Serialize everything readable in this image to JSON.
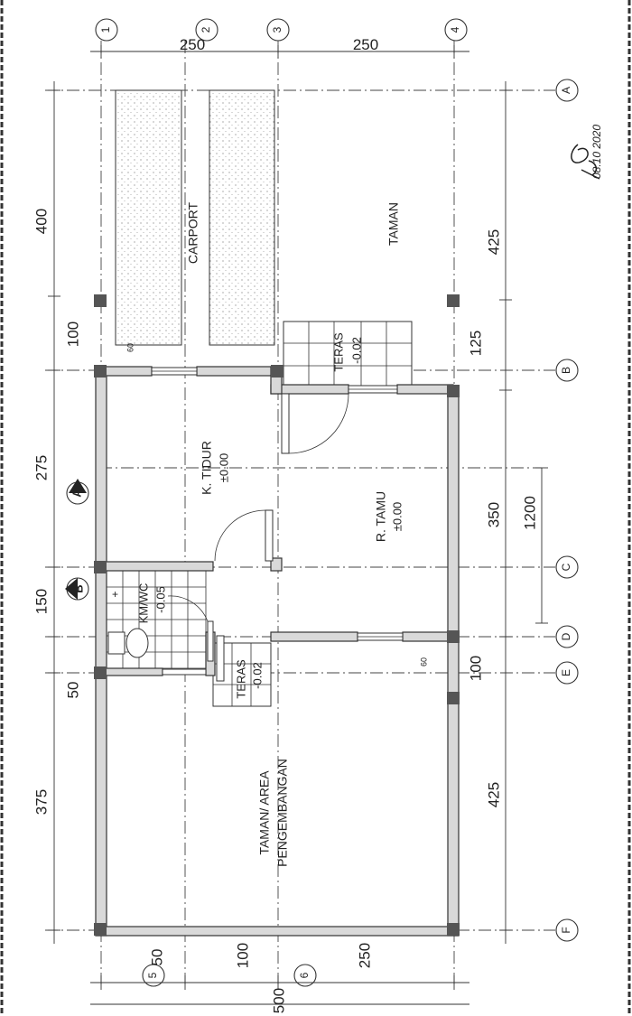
{
  "grid_bubbles": {
    "g1": "1",
    "g2": "2",
    "g3": "3",
    "g4": "4",
    "gA": "A",
    "gB": "B",
    "gC": "C",
    "gD": "D",
    "gE": "E",
    "gF": "F",
    "b5": "5",
    "b6": "6"
  },
  "dimensions": {
    "top_left": "250",
    "top_right": "250",
    "d400": "400",
    "d100a": "100",
    "d275": "275",
    "d150": "150",
    "d50": "50",
    "d375": "375",
    "d425a": "425",
    "d125": "125",
    "d350": "350",
    "d1200": "1200",
    "d100b": "100",
    "d425b": "425",
    "b50": "50",
    "b100": "100",
    "b250": "250",
    "b500": "500",
    "d60a": "60",
    "d60b": "60"
  },
  "rooms": {
    "carport": "CARPORT",
    "taman": "TAMAN",
    "teras1_name": "TERAS",
    "teras1_level": "-0.02",
    "ktidur_name": "K. TIDUR",
    "ktidur_level": "±0.00",
    "rtamu_name": "R. TAMU",
    "rtamu_level": "±0.00",
    "kmwc_name": "KM/WC",
    "kmwc_level": "-0.05",
    "teras2_name": "TERAS",
    "teras2_level": "-0.02",
    "taman_area_1": "TAMAN/ AREA",
    "taman_area_2": "PENGEMBANGAN"
  },
  "section_marks": {
    "a": "A",
    "b": "B"
  },
  "signature": {
    "date": "08.10 2020"
  }
}
